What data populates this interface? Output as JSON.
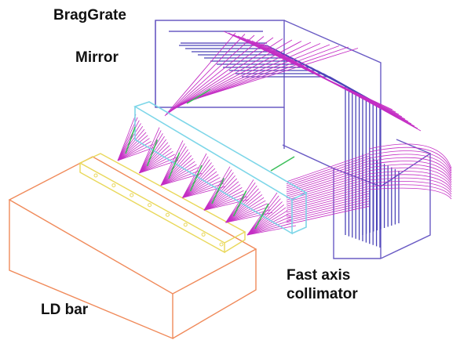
{
  "labels": {
    "bragg_grating": "BragGrate",
    "mirror": "Mirror",
    "fast_axis_line1": "Fast axis",
    "fast_axis_line2": "collimator",
    "ld_bar": "LD bar"
  },
  "colors": {
    "ld_bar": "#f08a5a",
    "emitter_strip": "#e9d85a",
    "collimator": "#7dd6e8",
    "grating_box": "#6a5bc4",
    "grating_plates": "#4b44b8",
    "rays": "#c42dc4",
    "green_rays": "#3cbf5a"
  },
  "components": {
    "emitter_count": 8,
    "grating_plate_count": 11,
    "beamlet_count": 7
  }
}
